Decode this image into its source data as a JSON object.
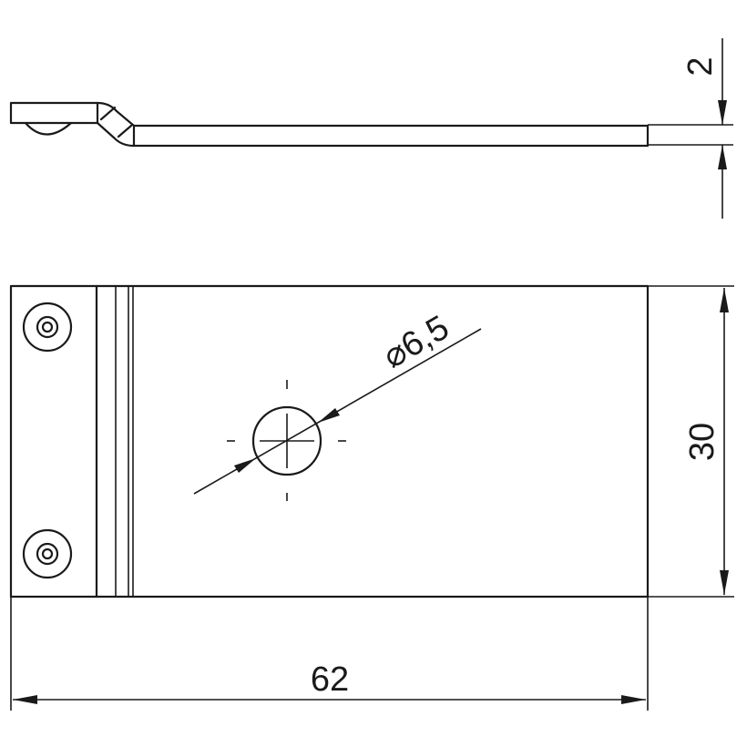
{
  "drawing": {
    "type": "technical-drawing",
    "views": [
      "side-view",
      "plan-view"
    ],
    "units": "mm",
    "line_color": "#1a1a1a",
    "background": "#ffffff"
  },
  "dimensions": {
    "thickness": {
      "value": "2",
      "orientation": "vertical"
    },
    "height": {
      "value": "30",
      "orientation": "vertical"
    },
    "length": {
      "value": "62",
      "orientation": "horizontal"
    },
    "hole_diameter": {
      "symbol": "⌀",
      "value": "6,5",
      "label": "⌀6,5"
    }
  },
  "features": {
    "rivets": 2,
    "center_hole": 1,
    "bend_lines": 3
  }
}
